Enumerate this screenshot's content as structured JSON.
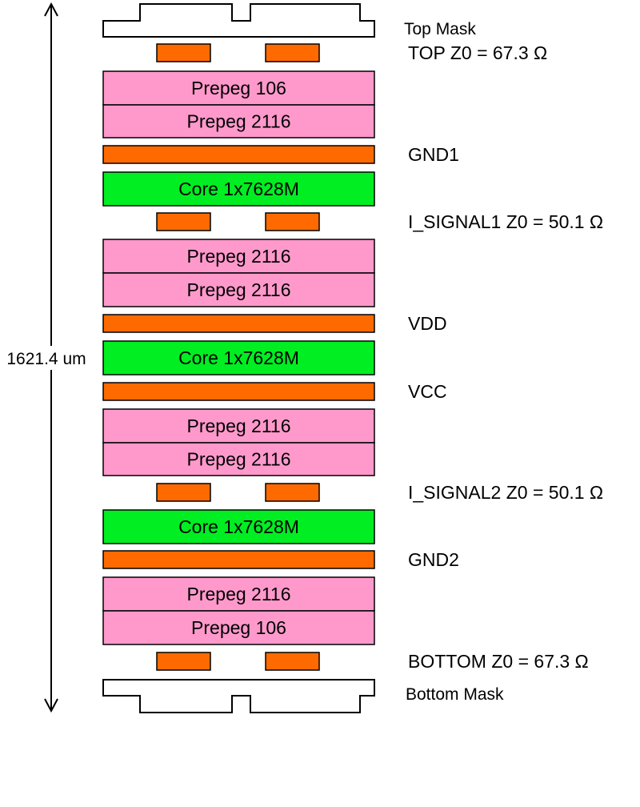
{
  "colors": {
    "prepreg": "#ff99cc",
    "core": "#00ee22",
    "copper": "#ff6a00",
    "outline": "#000000",
    "mask_fill": "#ffffff"
  },
  "dimension": {
    "label": "1621.4 um"
  },
  "masks": {
    "top": {
      "label": "Top Mask"
    },
    "bottom": {
      "label": "Bottom Mask"
    }
  },
  "layers": [
    {
      "kind": "traces",
      "label": "TOP  Z0 = 67.3 Ω"
    },
    {
      "kind": "prepreg",
      "text": "Prepeg 106"
    },
    {
      "kind": "prepreg",
      "text": "Prepeg 2116"
    },
    {
      "kind": "plane",
      "label": "GND1"
    },
    {
      "kind": "core",
      "text": "Core 1x7628M"
    },
    {
      "kind": "traces",
      "label": "I_SIGNAL1  Z0 = 50.1 Ω"
    },
    {
      "kind": "prepreg",
      "text": "Prepeg 2116"
    },
    {
      "kind": "prepreg",
      "text": "Prepeg 2116"
    },
    {
      "kind": "plane",
      "label": "VDD"
    },
    {
      "kind": "core",
      "text": "Core 1x7628M"
    },
    {
      "kind": "plane",
      "label": "VCC"
    },
    {
      "kind": "prepreg",
      "text": "Prepeg 2116"
    },
    {
      "kind": "prepreg",
      "text": "Prepeg 2116"
    },
    {
      "kind": "traces",
      "label": "I_SIGNAL2  Z0 = 50.1 Ω"
    },
    {
      "kind": "core",
      "text": "Core 1x7628M"
    },
    {
      "kind": "plane",
      "label": "GND2"
    },
    {
      "kind": "prepreg",
      "text": "Prepeg 2116"
    },
    {
      "kind": "prepreg",
      "text": "Prepeg 106"
    },
    {
      "kind": "traces",
      "label": "BOTTOM  Z0 = 67.3 Ω"
    }
  ]
}
